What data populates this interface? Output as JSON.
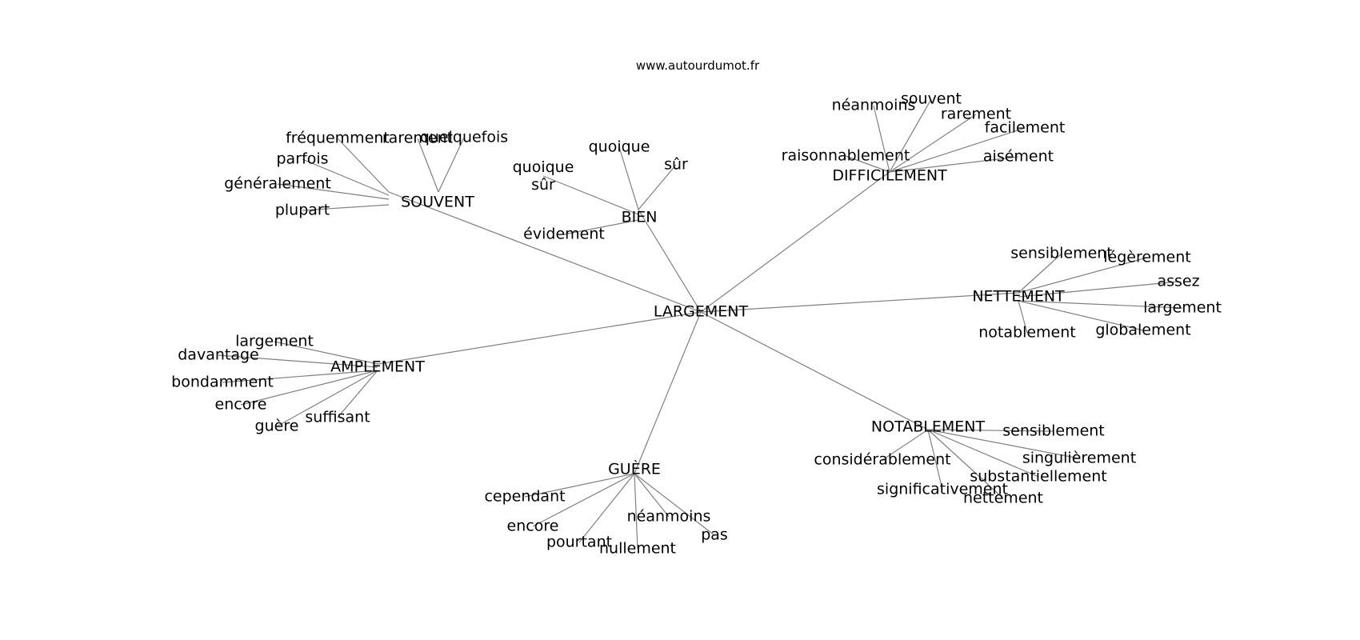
{
  "source_label": "www.autourdumot.fr",
  "root": "LARGEMENT",
  "clusters": [
    {
      "name": "SOUVENT",
      "words": [
        "fréquemment",
        "rarement",
        "quelquefois",
        "parfois",
        "généralement",
        "plupart"
      ]
    },
    {
      "name": "BIEN",
      "words": [
        "quoique",
        "sûr",
        "quoique sûr",
        "évidement"
      ]
    },
    {
      "name": "DIFFICILEMENT",
      "words": [
        "néanmoins",
        "souvent",
        "rarement",
        "facilement",
        "raisonnablement",
        "aisément"
      ]
    },
    {
      "name": "NETTEMENT",
      "words": [
        "sensiblement",
        "légèrement",
        "assez",
        "largement",
        "notablement",
        "globalement"
      ]
    },
    {
      "name": "AMPLEMENT",
      "words": [
        "largement",
        "davantage",
        "bondamment",
        "encore",
        "suffisant",
        "guère"
      ]
    },
    {
      "name": "GUÈRE",
      "words": [
        "cependant",
        "encore",
        "pourtant",
        "nullement",
        "néanmoins",
        "pas"
      ]
    },
    {
      "name": "NOTABLEMENT",
      "words": [
        "sensiblement",
        "considérablement",
        "singulièrement",
        "substantiellement",
        "significativement",
        "nettement"
      ]
    }
  ]
}
